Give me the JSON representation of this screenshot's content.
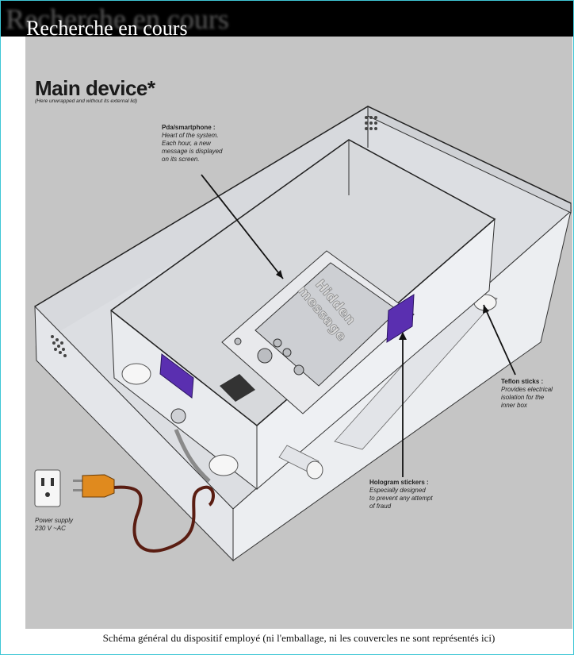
{
  "header": {
    "title": "Recherche en cours"
  },
  "diagram": {
    "title": "Main device*",
    "subtitle": "(Here unwrapped and without its external lid)",
    "hidden_message_line1": "Hidden",
    "hidden_message_line2": "message",
    "callouts": {
      "pda": {
        "heading": "Pda/smartphone :",
        "lines": [
          "Heart of the system.",
          "Each hour, a new",
          "message is displayed",
          "on its screen."
        ]
      },
      "teflon": {
        "heading": "Teflon sticks :",
        "lines": [
          "Provides electrical",
          "isolation for the",
          "inner box"
        ]
      },
      "hologram": {
        "heading": "Hologram stickers :",
        "lines": [
          "Especially designed",
          "to prevent any attempt",
          "of fraud"
        ]
      },
      "power": {
        "lines": [
          "Power supply",
          "230 V ~AC"
        ]
      }
    },
    "colors": {
      "background": "#c5c5c5",
      "box_glass": "#e6e8ec",
      "sticker": "#5a2fb0",
      "plug": "#e08a1e",
      "cable": "#5a1d12",
      "frame_border": "#3fc7d6"
    }
  },
  "caption": "Schéma général du dispositif employé (ni l'emballage, ni les couvercles ne sont représentés ici)"
}
